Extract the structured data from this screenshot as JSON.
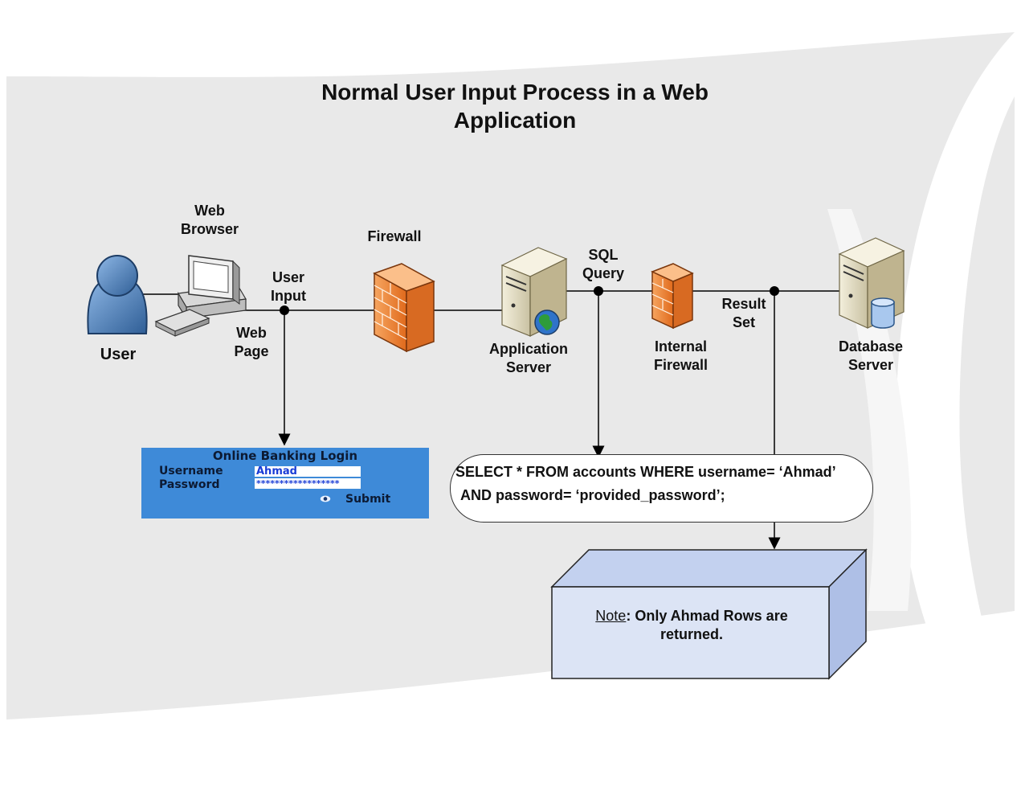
{
  "title": [
    "Normal User Input Process in a Web",
    "Application"
  ],
  "labels": {
    "user": "User",
    "web_browser": [
      "Web",
      "Browser"
    ],
    "web_page": [
      "Web",
      "Page"
    ],
    "user_input": [
      "User",
      "Input"
    ],
    "firewall": "Firewall",
    "application_server": [
      "Application",
      "Server"
    ],
    "sql_query": [
      "SQL",
      "Query"
    ],
    "internal_firewall": [
      "Internal",
      "Firewall"
    ],
    "result_set": [
      "Result",
      "Set"
    ],
    "database_server": [
      "Database",
      "Server"
    ]
  },
  "login_form": {
    "heading": "Online Banking Login",
    "username_label": "Username",
    "password_label": "Password",
    "username_value": "Ahmad",
    "password_value": "******************",
    "submit_label": "Submit"
  },
  "sql": {
    "line1": "SELECT * FROM accounts WHERE username= ‘Ahmad’",
    "line2": "AND password= ‘provided_password’;"
  },
  "note": {
    "label": "Note",
    "text_line1": ": Only Ahmad Rows are",
    "text_line2": "returned."
  },
  "colors": {
    "login_bg": "#3e8ad8",
    "firewall": "#f08a3c",
    "note_box": "#dce4f5",
    "user_icon": "#4d86c6"
  }
}
